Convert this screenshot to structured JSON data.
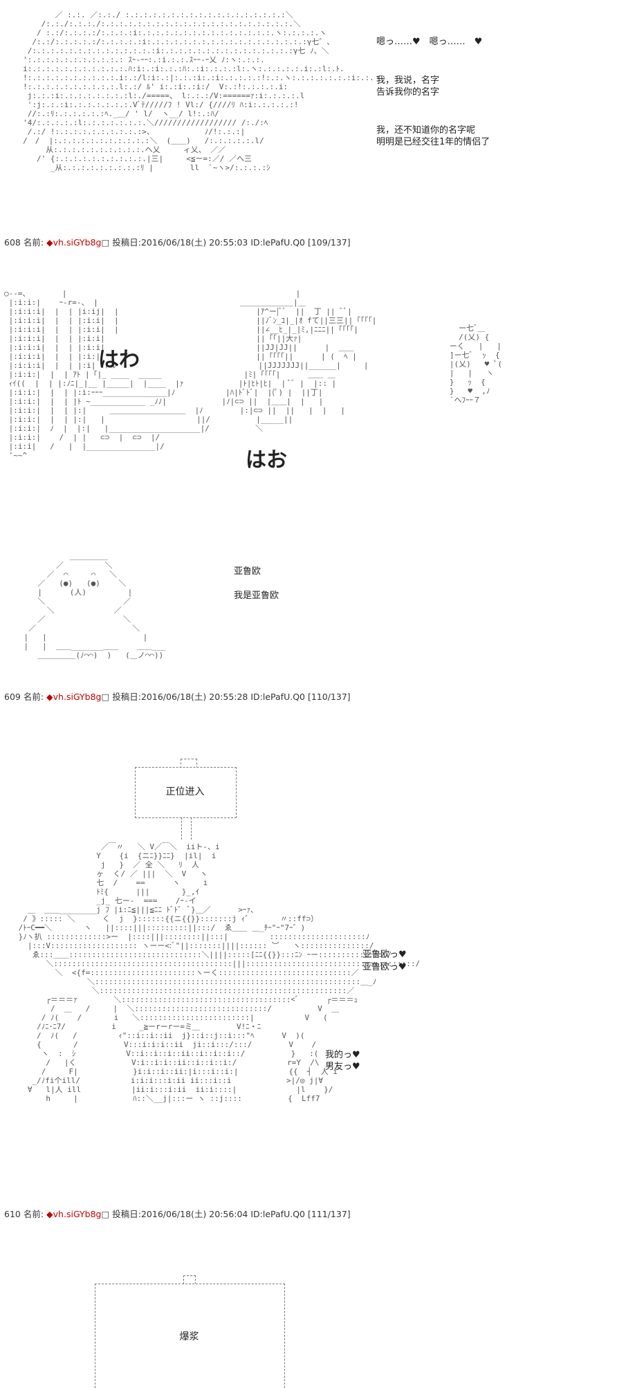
{
  "scene1": {
    "lines": [
      "嗯っ……♥　嗯っ……　♥",
      "我，我说，名字",
      "告诉我你的名字",
      "我，还不知道你的名字呢",
      "明明是已经交往1年的情侣了"
    ]
  },
  "post608": {
    "num": "608",
    "label": "名前:",
    "trip": "◆vh.siGYb8g",
    "date": "投稿日:2016/06/18(土) 20:55:03 ID:lePafU.Q0 [109/137]"
  },
  "scene2": {
    "sfx1": "はわ",
    "sfx2": "はお",
    "heart_text": "♥"
  },
  "scene3": {
    "lines": [
      "亚鲁欧",
      "我是亚鲁欧"
    ]
  },
  "post609": {
    "num": "609",
    "label": "名前:",
    "trip": "◆vh.siGYb8g",
    "date": "投稿日:2016/06/18(土) 20:55:28 ID:lePafU.Q0 [110/137]"
  },
  "scene4": {
    "sign": "正位进入",
    "left_lines": [
      "亚鲁欧っ♥",
      "亚鲁欧っ♥"
    ],
    "right_lines": [
      "我的っ♥",
      "男友っ♥"
    ]
  },
  "post610": {
    "num": "610",
    "label": "名前:",
    "trip": "◆vh.siGYb8g",
    "date": "投稿日:2016/06/18(土) 20:56:04 ID:lePafU.Q0 [111/137]"
  },
  "scene5": {
    "sign": "爆浆"
  }
}
